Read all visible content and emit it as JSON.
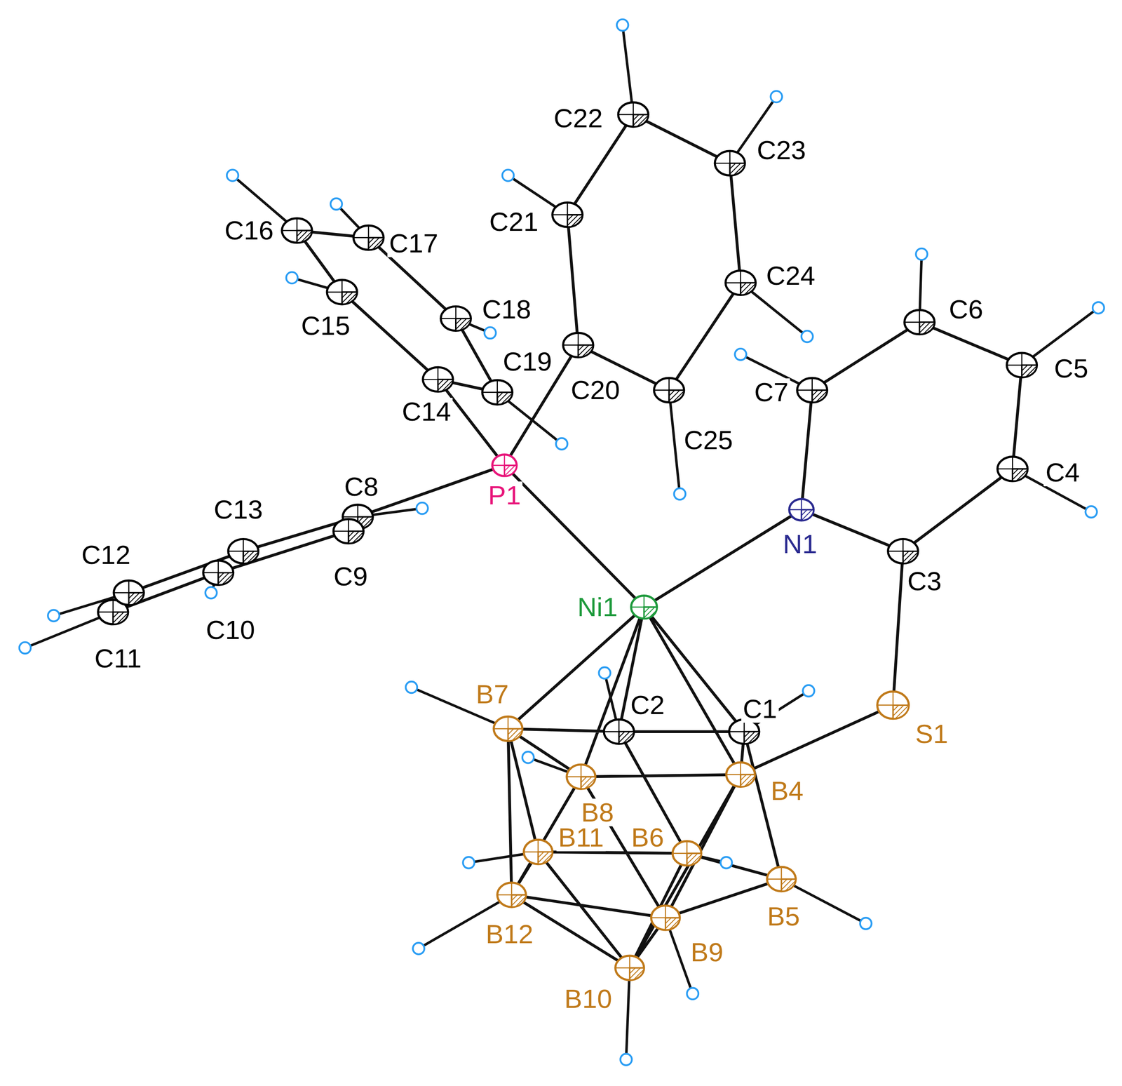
{
  "diagram": {
    "labels": [
      "C22",
      "C23",
      "C21",
      "C16",
      "C17",
      "C18",
      "C15",
      "C19",
      "C20",
      "C14",
      "C24",
      "C6",
      "C5",
      "C7",
      "C25",
      "C4",
      "P1",
      "C8",
      "C13",
      "C12",
      "N1",
      "C3",
      "C9",
      "C10",
      "C11",
      "Ni1",
      "C2",
      "C1",
      "B7",
      "S1",
      "B8",
      "B4",
      "B11",
      "B6",
      "B5",
      "B12",
      "B9",
      "B10"
    ]
  }
}
